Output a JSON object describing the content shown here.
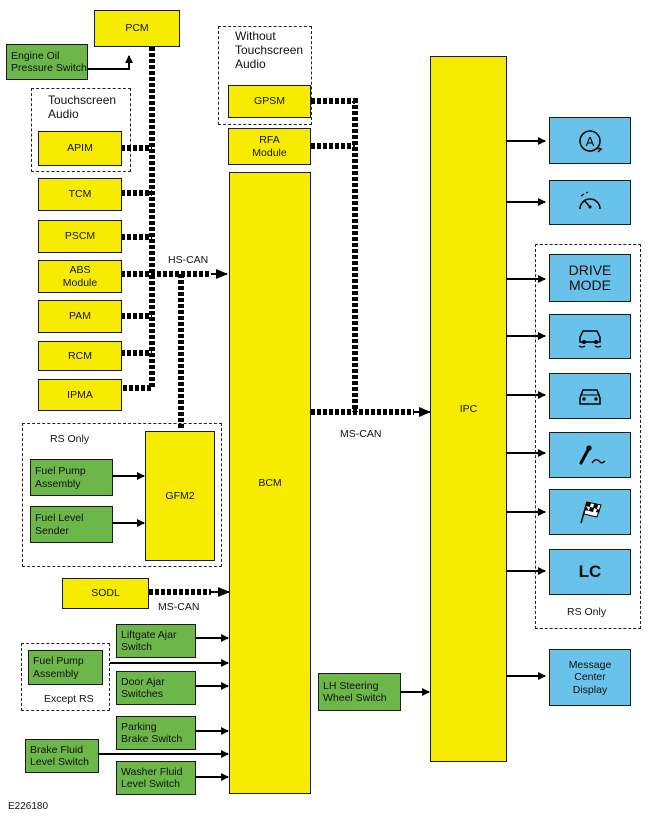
{
  "figure_id": "E226180",
  "groups": {
    "touchscreen": "Touchscreen\nAudio",
    "without_touchscreen": "Without\nTouchscreen\nAudio",
    "rs_only_left": "RS Only",
    "except_rs": "Except RS",
    "rs_only_right": "RS Only"
  },
  "bus_labels": {
    "hs_can": "HS-CAN",
    "ms_can_ipc": "MS-CAN",
    "ms_can_sodl": "MS-CAN"
  },
  "modules": {
    "pcm": "PCM",
    "apim": "APIM",
    "tcm": "TCM",
    "pscm": "PSCM",
    "abs": "ABS\nModule",
    "pam": "PAM",
    "rcm": "RCM",
    "ipma": "IPMA",
    "gfm2": "GFM2",
    "sodl": "SODL",
    "gpsm": "GPSM",
    "rfa": "RFA\nModule",
    "bcm": "BCM",
    "ipc": "IPC"
  },
  "inputs": {
    "engine_oil": "Engine Oil\nPressure Switch",
    "fuel_pump_rs": "Fuel Pump\nAssembly",
    "fuel_level": "Fuel Level\nSender",
    "fuel_pump_except": "Fuel Pump\nAssembly",
    "liftgate": "Liftgate Ajar\nSwitch",
    "door_ajar": "Door Ajar\nSwitches",
    "parking_brake": "Parking\nBrake Switch",
    "brake_fluid": "Brake Fluid\nLevel Switch",
    "washer_fluid": "Washer Fluid\nLevel Switch",
    "lh_steering": "LH Steering\nWheel Switch"
  },
  "outputs": {
    "drive_mode": "DRIVE\nMODE",
    "lc": "LC",
    "message_center": "Message\nCenter\nDisplay"
  },
  "icons": [
    "auto-start-stop-icon",
    "speed-control-icon",
    "drive-mode-text",
    "vehicle-slip-icon",
    "vehicle-front-icon",
    "track-mode-icon",
    "race-flag-icon",
    "launch-control-text"
  ],
  "colors": {
    "module": "#f7ec00",
    "input": "#6cb64a",
    "output": "#68c2e9"
  }
}
